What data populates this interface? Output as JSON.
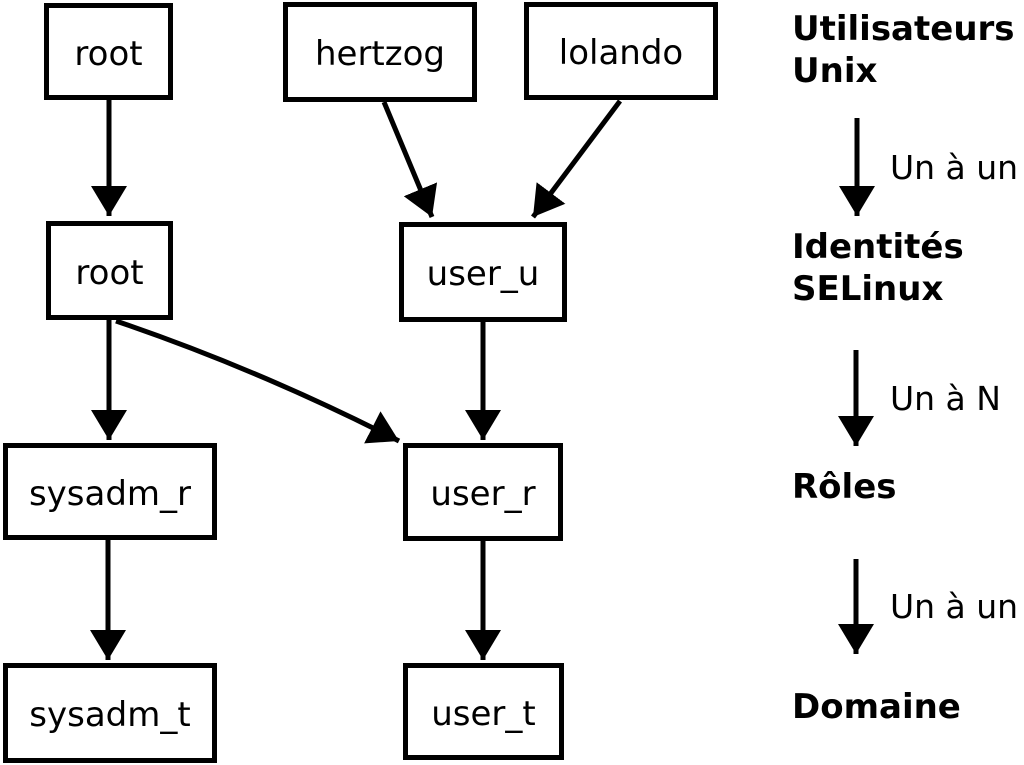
{
  "diagram": {
    "nodes": {
      "unix_root": "root",
      "unix_hertzog": "hertzog",
      "unix_lolando": "lolando",
      "selinux_root": "root",
      "selinux_user_u": "user_u",
      "role_sysadm_r": "sysadm_r",
      "role_user_r": "user_r",
      "domain_sysadm_t": "sysadm_t",
      "domain_user_t": "user_t"
    },
    "edges": [
      {
        "from": "unix_root",
        "to": "selinux_root"
      },
      {
        "from": "unix_hertzog",
        "to": "selinux_user_u"
      },
      {
        "from": "unix_lolando",
        "to": "selinux_user_u"
      },
      {
        "from": "selinux_root",
        "to": "role_sysadm_r"
      },
      {
        "from": "selinux_root",
        "to": "role_user_r"
      },
      {
        "from": "selinux_user_u",
        "to": "role_user_r"
      },
      {
        "from": "role_sysadm_r",
        "to": "domain_sysadm_t"
      },
      {
        "from": "role_user_r",
        "to": "domain_user_t"
      }
    ],
    "legend": {
      "level_unix_users": "Utilisateurs\nUnix",
      "relation_users_to_identities": "Un à un",
      "level_selinux_identities": "Identités\nSELinux",
      "relation_identities_to_roles": "Un à N",
      "level_roles": "Rôles",
      "relation_roles_to_domain": "Un à un",
      "level_domain": "Domaine"
    },
    "colors": {
      "foreground": "#000000",
      "background": "#ffffff"
    }
  }
}
